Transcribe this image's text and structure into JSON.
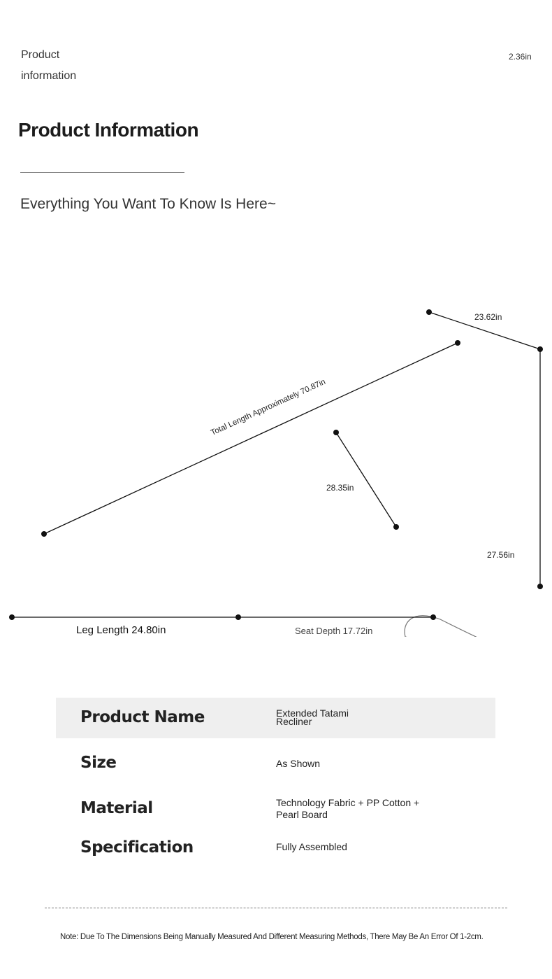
{
  "header": {
    "small_title": "Product information",
    "corner_dimension": "2.36in",
    "title": "Product Information",
    "subtitle": "Everything You Want To Know Is Here~"
  },
  "dimensions": {
    "width": "23.62in",
    "total_length": "Total Length Approximately 70.87in",
    "armrest": "28.35in",
    "height": "27.56in",
    "leg_length": "Leg Length 24.80in",
    "seat_depth": "Seat Depth 17.72in"
  },
  "specs": [
    {
      "label": "Product Name",
      "value": "Extended Tatami Recliner"
    },
    {
      "label": "Size",
      "value": "As Shown"
    },
    {
      "label": "Material",
      "value": "Technology Fabric + PP Cotton + Pearl Board"
    },
    {
      "label": "Specification",
      "value": "Fully Assembled"
    }
  ],
  "note": "Note: Due To The Dimensions Being Manually Measured And Different Measuring Methods, There May Be An Error Of 1-2cm."
}
